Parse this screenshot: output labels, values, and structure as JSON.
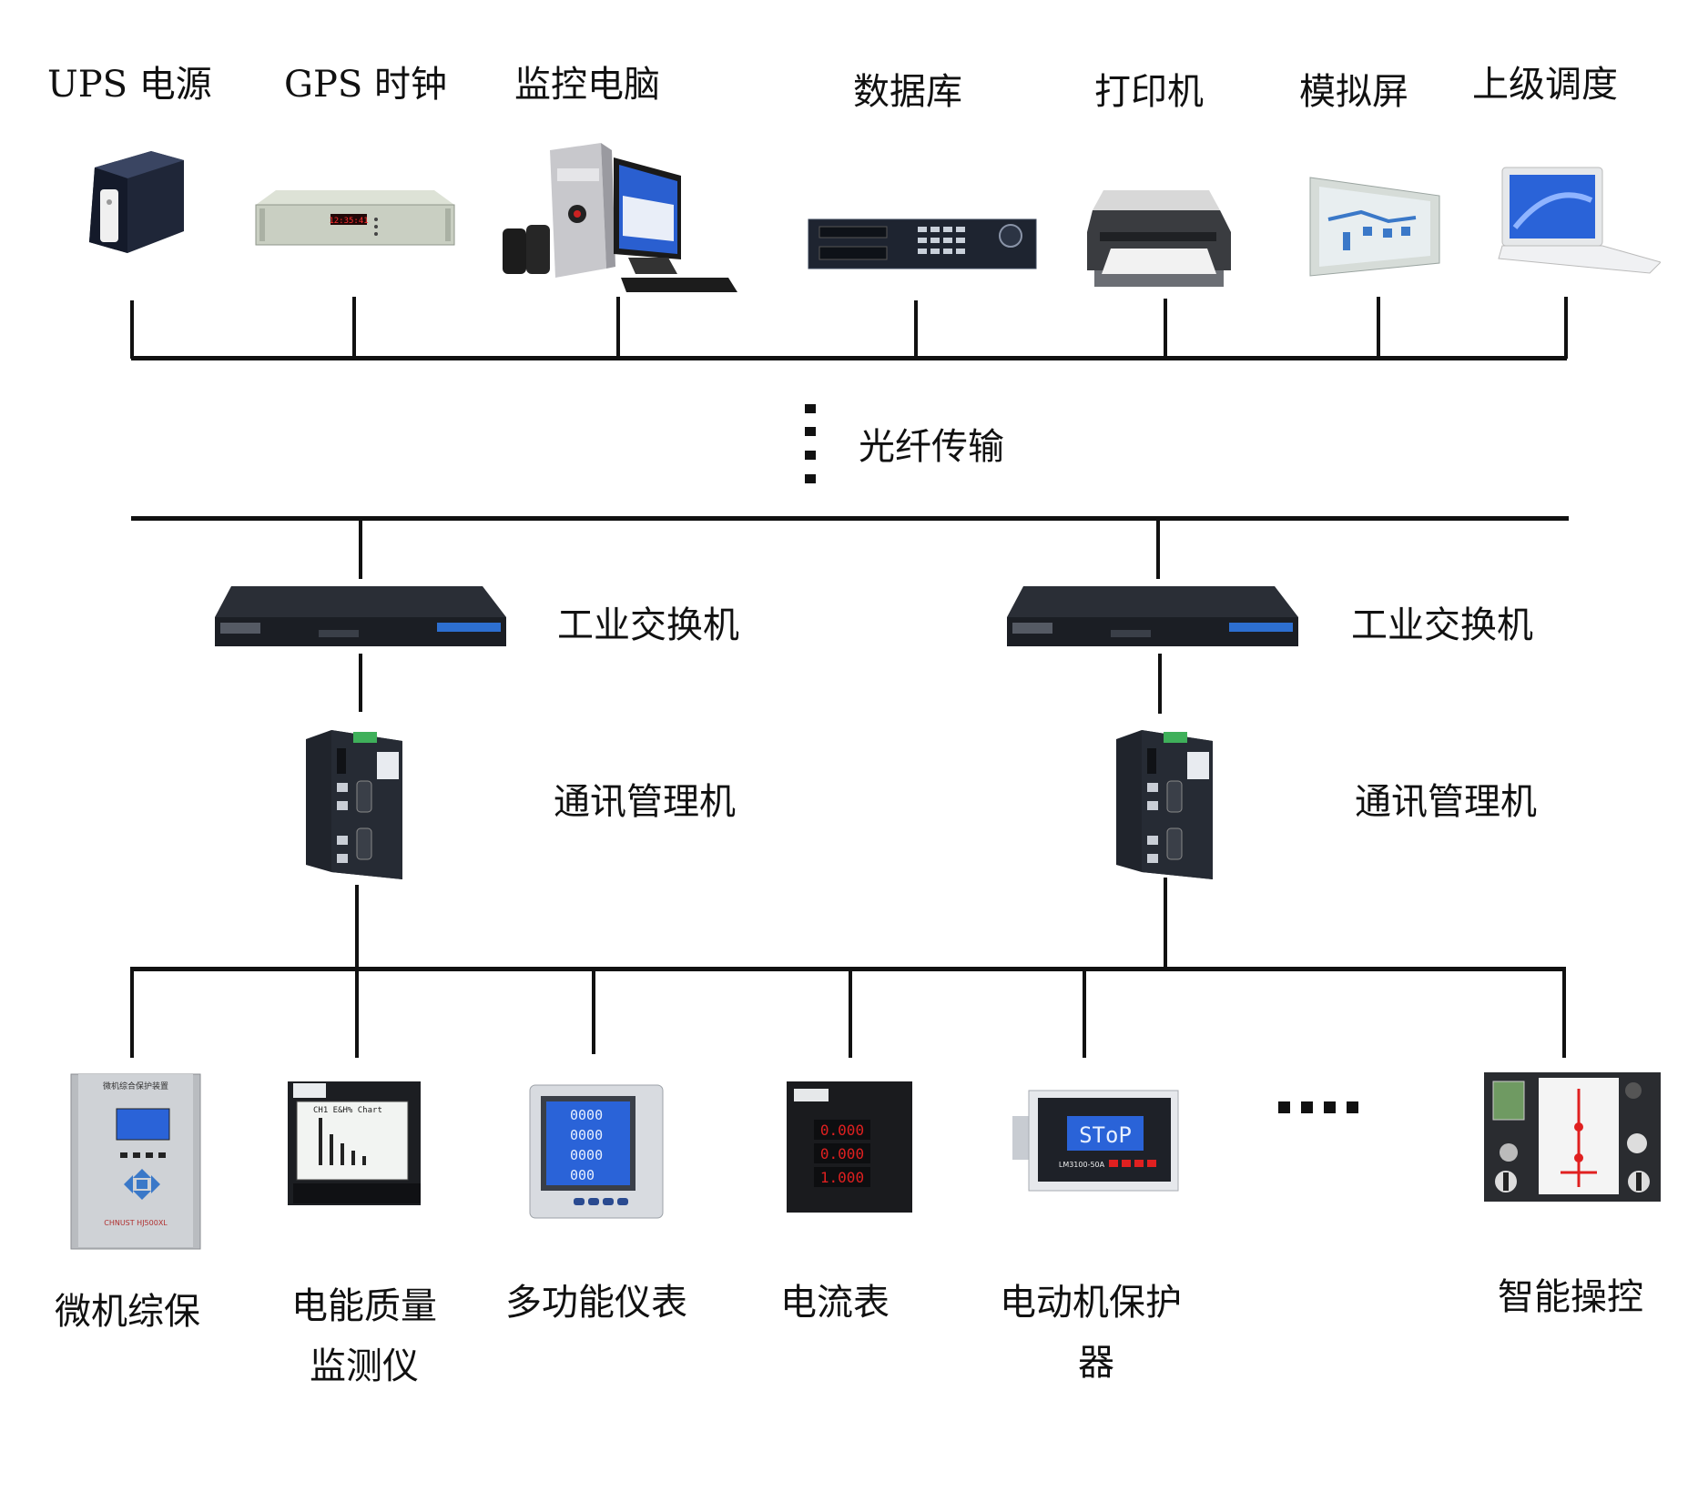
{
  "top_devices": [
    {
      "label": "UPS 电源",
      "icon": "ups-icon"
    },
    {
      "label": "GPS 时钟",
      "icon": "gps-clock-icon"
    },
    {
      "label": "监控电脑",
      "icon": "monitoring-computer-icon"
    },
    {
      "label": "数据库",
      "icon": "database-server-icon"
    },
    {
      "label": "打印机",
      "icon": "printer-icon"
    },
    {
      "label": "模拟屏",
      "icon": "simulation-screen-icon"
    },
    {
      "label": "上级调度",
      "icon": "laptop-icon"
    }
  ],
  "transmission_label": "光纤传输",
  "switches": [
    {
      "label": "工业交换机",
      "icon": "industrial-switch-icon"
    },
    {
      "label": "工业交换机",
      "icon": "industrial-switch-icon"
    }
  ],
  "comm_managers": [
    {
      "label": "通讯管理机",
      "icon": "comm-manager-icon"
    },
    {
      "label": "通讯管理机",
      "icon": "comm-manager-icon"
    }
  ],
  "bottom_devices": [
    {
      "line1": "微机综保",
      "line2": "",
      "icon": "microcomputer-protection-icon"
    },
    {
      "line1": "电能质量",
      "line2": "监测仪",
      "icon": "power-quality-monitor-icon"
    },
    {
      "line1": "多功能仪表",
      "line2": "",
      "icon": "multifunction-meter-icon"
    },
    {
      "line1": "电流表",
      "line2": "",
      "icon": "ammeter-icon"
    },
    {
      "line1": "电动机保护",
      "line2": "器",
      "icon": "motor-protector-icon"
    },
    {
      "line1": "智能操控",
      "line2": "",
      "icon": "smart-control-icon"
    }
  ],
  "device_texts": {
    "gps_display": "12:35:41",
    "ammeter_values": [
      "0.000",
      "0.000",
      "1.000"
    ],
    "motor_display": "SToP",
    "motor_model": "LM3100-50A",
    "protection_brand": "CHNUST HJ500XL",
    "protection_title": "微机综合保护装置",
    "pq_header": "CH1 E&H% Chart"
  },
  "colors": {
    "line": "#111111",
    "lcd_blue": "#2a63d8",
    "led_red": "#e02020"
  }
}
